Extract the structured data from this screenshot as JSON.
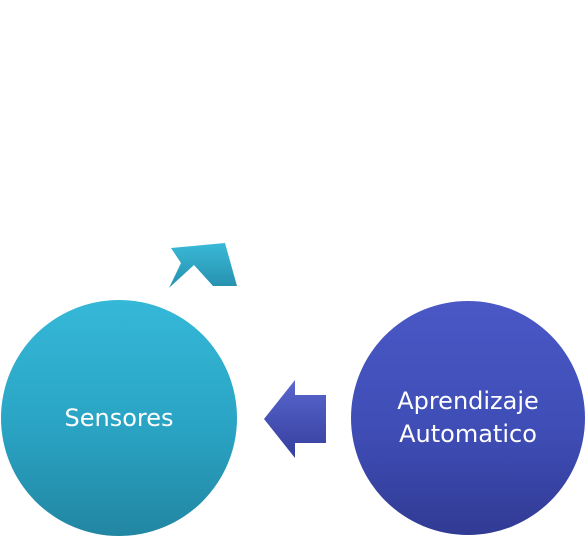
{
  "nodes": {
    "sensores": {
      "label": "Sensores",
      "color_top": "#35b8d8",
      "color_bottom": "#2186a2"
    },
    "aprendizaje": {
      "line1": "Aprendizaje",
      "line2": "Automatico",
      "color_top": "#4a58c6",
      "color_bottom": "#313b94"
    }
  },
  "arrows": {
    "up_right": {
      "color_top": "#3ab9d8",
      "color_bottom": "#2690ae"
    },
    "left": {
      "color_top": "#5b66cf",
      "color_bottom": "#343f9d"
    }
  }
}
